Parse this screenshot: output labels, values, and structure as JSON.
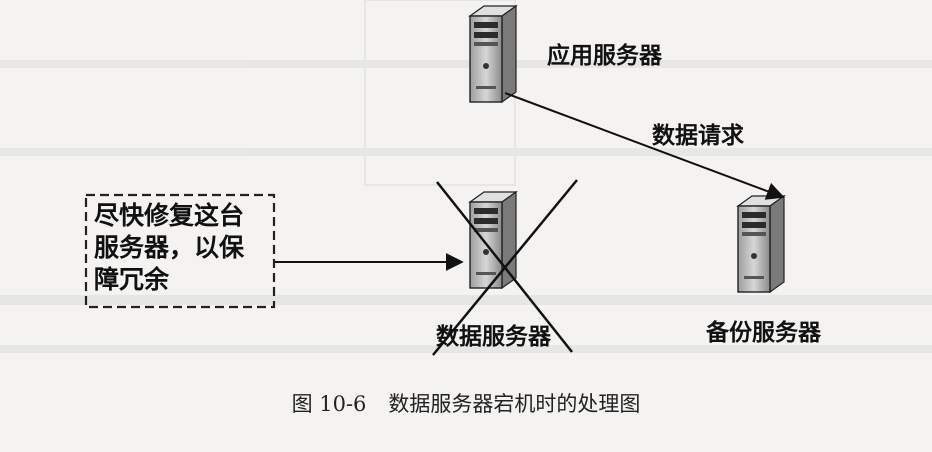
{
  "nodes": {
    "app_server": {
      "label": "应用服务器"
    },
    "data_server": {
      "label": "数据服务器",
      "state": "down"
    },
    "backup_server": {
      "label": "备份服务器"
    }
  },
  "edges": {
    "app_to_backup": {
      "label": "数据请求"
    }
  },
  "note": {
    "lines": [
      "尽快修复这台",
      "服务器，以保",
      "障冗余"
    ]
  },
  "caption": {
    "number": "图 10-6",
    "text": "数据服务器宕机时的处理图"
  },
  "colors": {
    "server_body": "#bdbdbd",
    "server_dark": "#2b2b2b",
    "line": "#111111"
  }
}
